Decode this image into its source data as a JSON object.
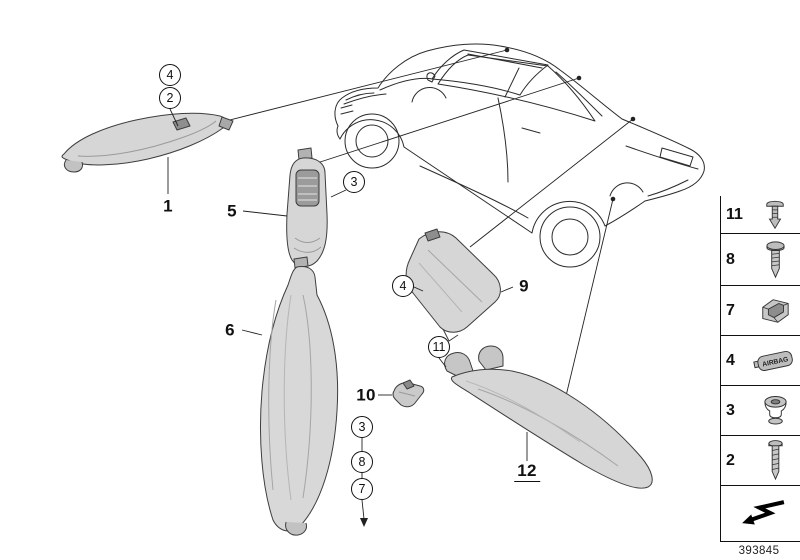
{
  "diagram": {
    "id": "393845"
  },
  "parts": {
    "p1": "1",
    "p5": "5",
    "p6": "6",
    "p9": "9",
    "p10": "10",
    "p12": "12"
  },
  "callouts": {
    "c4_top": "4",
    "c2": "2",
    "c3_mid": "3",
    "c4_mid": "4",
    "c11": "11",
    "c3_low": "3",
    "c8": "8",
    "c7": "7"
  },
  "legend": {
    "items": [
      {
        "label": "11",
        "icon": "expansion-rivet"
      },
      {
        "label": "8",
        "icon": "blind-rivet"
      },
      {
        "label": "7",
        "icon": "clamp"
      },
      {
        "label": "4",
        "icon": "airbag-emblem",
        "text": "AIRBAG"
      },
      {
        "label": "3",
        "icon": "grommet"
      },
      {
        "label": "2",
        "icon": "screw"
      }
    ],
    "arrow_icon": "direction-arrow"
  }
}
